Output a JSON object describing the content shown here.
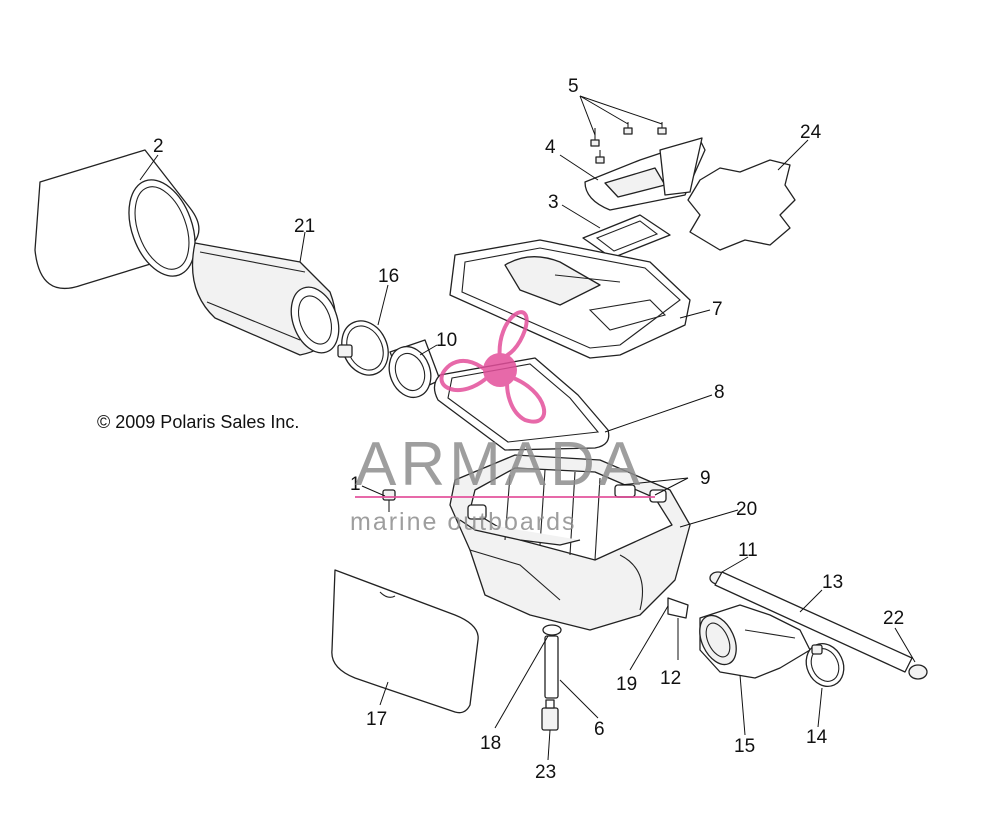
{
  "copyright": "© 2009 Polaris Sales Inc.",
  "watermark": {
    "brand": "ARMADA",
    "tagline": "marine outboards",
    "logo_color": "#e34f9b"
  },
  "callouts": [
    "1",
    "2",
    "3",
    "4",
    "5",
    "6",
    "7",
    "8",
    "9",
    "10",
    "11",
    "12",
    "13",
    "14",
    "15",
    "16",
    "17",
    "18",
    "19",
    "20",
    "21",
    "22",
    "23",
    "24"
  ]
}
